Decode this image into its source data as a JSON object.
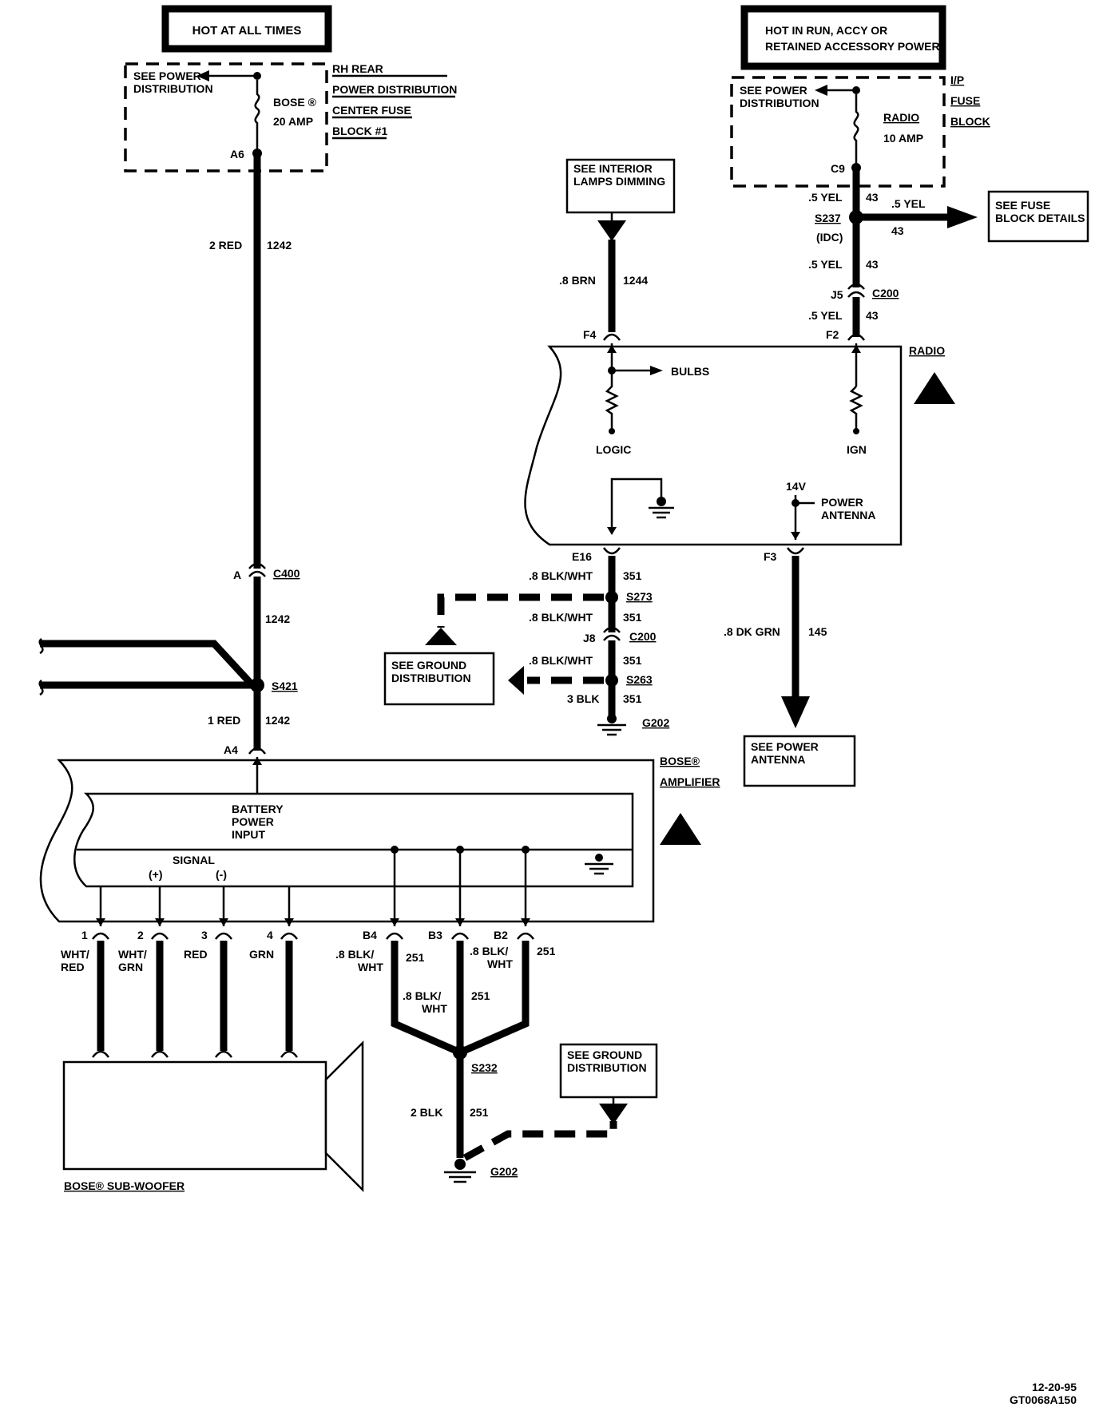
{
  "hot_all_times": "HOT AT ALL TIMES",
  "hot_run": [
    "HOT IN RUN, ACCY OR",
    "RETAINED ACCESSORY POWER"
  ],
  "see_power_distribution": [
    "SEE POWER",
    "DISTRIBUTION"
  ],
  "rh_fuse_block": [
    "RH REAR",
    "POWER DISTRIBUTION",
    "CENTER FUSE",
    "BLOCK #1"
  ],
  "bose_fuse": [
    "BOSE ®",
    "20 AMP"
  ],
  "ip_fuse_block": [
    "I/P",
    "FUSE",
    "BLOCK"
  ],
  "radio_fuse": [
    "RADIO",
    "10 AMP"
  ],
  "terminals": {
    "a6": "A6",
    "c9": "C9",
    "f4": "F4",
    "f2": "F2",
    "e16": "E16",
    "f3": "F3",
    "a": "A",
    "a4": "A4",
    "j5": "J5",
    "j8": "J8",
    "n1": "1",
    "n2": "2",
    "n3": "3",
    "n4": "4",
    "b4": "B4",
    "b3": "B3",
    "b2": "B2"
  },
  "connectors": {
    "c400": "C400",
    "c200a": "C200",
    "c200b": "C200"
  },
  "splices": {
    "s421": "S421",
    "s237": "S237",
    "idc": "(IDC)",
    "s273": "S273",
    "s263": "S263",
    "s232": "S232"
  },
  "grounds": {
    "g202a": "G202",
    "g202b": "G202"
  },
  "wires": {
    "red2": "2 RED",
    "c1242a": "1242",
    "c1242b": "1242",
    "red1": "1 RED",
    "c1242c": "1242",
    "yel1": ".5 YEL",
    "c43a": "43",
    "yel2": ".5 YEL",
    "c43b": "43",
    "yel3": ".5 YEL",
    "c43c": "43",
    "yel4": ".5 YEL",
    "c43d": "43",
    "yel5": ".5 YEL",
    "c43e": "43",
    "brn": ".8 BRN",
    "c1244": "1244",
    "bw1": ".8 BLK/WHT",
    "c351a": "351",
    "bw2": ".8 BLK/WHT",
    "c351b": "351",
    "bw3": ".8 BLK/WHT",
    "c351c": "351",
    "blk3": "3 BLK",
    "c351d": "351",
    "dkgrn": ".8 DK GRN",
    "c145": "145",
    "whtred": [
      "WHT/",
      "RED"
    ],
    "whtgrn": [
      "WHT/",
      "GRN"
    ],
    "red": "RED",
    "grn": "GRN",
    "bw4": [
      ".8 BLK/",
      "WHT"
    ],
    "c251a": "251",
    "bw5": [
      ".8 BLK/",
      "WHT"
    ],
    "c251b": "251",
    "bw6": [
      ".8 BLK/",
      "WHT"
    ],
    "c251c": "251",
    "blk2": "2 BLK",
    "c251d": "251"
  },
  "see_fuse_block": [
    "SEE FUSE",
    "BLOCK DETAILS"
  ],
  "see_interior": [
    "SEE INTERIOR",
    "LAMPS DIMMING"
  ],
  "see_ground": [
    "SEE GROUND",
    "DISTRIBUTION"
  ],
  "see_power_antenna": [
    "SEE POWER",
    "ANTENNA"
  ],
  "radio": {
    "name": "RADIO",
    "bulbs": "BULBS",
    "logic": "LOGIC",
    "ign": "IGN",
    "v14": "14V",
    "power_antenna": [
      "POWER",
      "ANTENNA"
    ]
  },
  "amplifier": {
    "name": [
      "BOSE®",
      "AMPLIFIER"
    ],
    "battery": [
      "BATTERY",
      "POWER",
      "INPUT"
    ],
    "signal": "SIGNAL",
    "plus": "(+)",
    "minus": "(-)"
  },
  "subwoofer": "BOSE® SUB-WOOFER",
  "footer": [
    "12-20-95",
    "GT0068A150"
  ]
}
